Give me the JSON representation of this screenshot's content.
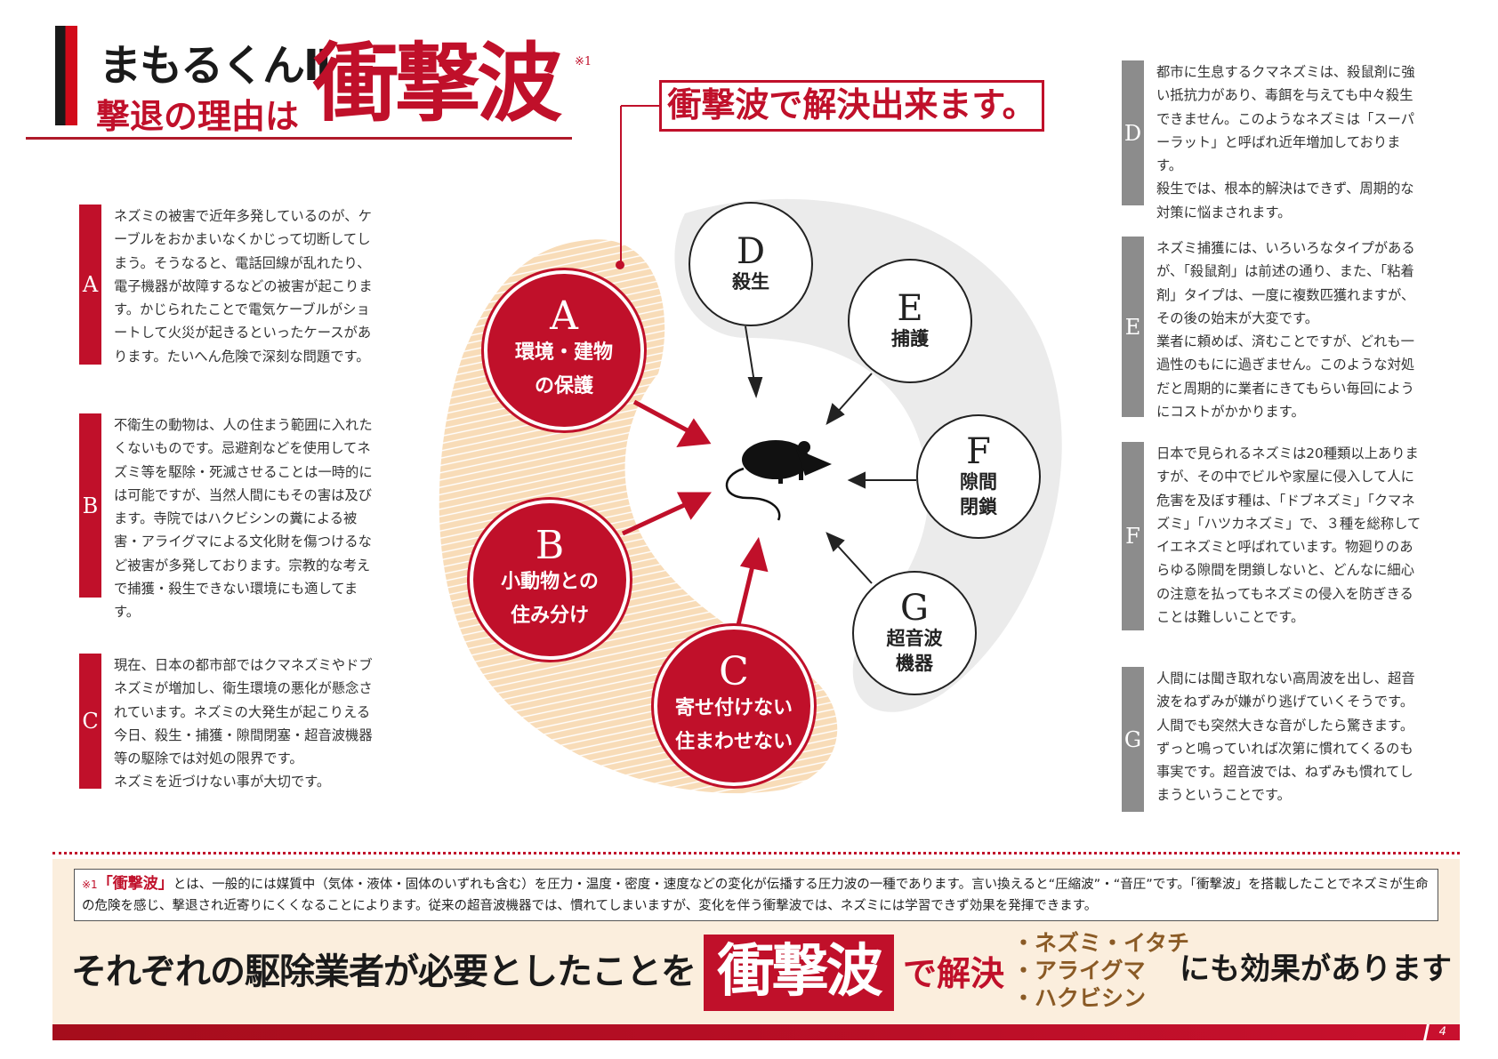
{
  "header": {
    "brand": "まもるくんⅡ",
    "subtitle": "撃退の理由は",
    "headline": "衝撃波",
    "footnote_mark": "※1",
    "callout": "衝撃波で解決出来ます。"
  },
  "diagram": {
    "red_circles": [
      {
        "letter": "A",
        "label": "環境・建物\nの保護"
      },
      {
        "letter": "B",
        "label": "小動物との\n住み分け"
      },
      {
        "letter": "C",
        "label": "寄せ付けない\n住まわせない"
      }
    ],
    "white_circles": [
      {
        "letter": "D",
        "label": "殺生"
      },
      {
        "letter": "E",
        "label": "捕護"
      },
      {
        "letter": "F",
        "label": "隙間\n閉鎖"
      },
      {
        "letter": "G",
        "label": "超音波\n機器"
      }
    ],
    "colors": {
      "accent": "#c0102a",
      "beige": "#f8dcb8",
      "gray": "#ebebeb"
    }
  },
  "left_blocks": [
    {
      "letter": "A",
      "text": "ネズミの被害で近年多発しているのが、ケーブルをおかまいなくかじって切断してしまう。そうなると、電話回線が乱れたり、電子機器が故障するなどの被害が起こります。かじられたことで電気ケーブルがショートして火災が起きるといったケースがあります。たいへん危険で深刻な問題です。"
    },
    {
      "letter": "B",
      "text": "不衛生の動物は、人の住まう範囲に入れたくないものです。忌避剤などを使用してネズミ等を駆除・死滅させることは一時的には可能ですが、当然人間にもその害は及びます。寺院ではハクビシンの糞による被害・アライグマによる文化財を傷つけるなど被害が多発しております。宗教的な考えで捕獲・殺生できない環境にも適してます。"
    },
    {
      "letter": "C",
      "text": "現在、日本の都市部ではクマネズミやドブネズミが増加し、衛生環境の悪化が懸念されています。ネズミの大発生が起こりえる今日、殺生・捕獲・隙間閉塞・超音波機器等の駆除では対処の限界です。\nネズミを近づけない事が大切です。"
    }
  ],
  "right_blocks": [
    {
      "letter": "D",
      "text": "都市に生息するクマネズミは、殺鼠剤に強い抵抗力があり、毒餌を与えても中々殺生できません。このようなネズミは「スーパーラット」と呼ばれ近年増加しております。\n殺生では、根本的解決はできず、周期的な対策に悩まされます。"
    },
    {
      "letter": "E",
      "text": "ネズミ捕獲には、いろいろなタイプがあるが、「殺鼠剤」は前述の通り、また、「粘着剤」タイプは、一度に複数匹獲れますが、その後の始末が大変です。\n業者に頼めば、済むことですが、どれも一過性のもにに過ぎません。このような対処だと周期的に業者にきてもらい毎回にようにコストがかかります。"
    },
    {
      "letter": "F",
      "text": "日本で見られるネズミは20種類以上ありますが、その中でビルや家屋に侵入して人に危害を及ぼす種は、「ドブネズミ」「クマネズミ」「ハツカネズミ」で、３種を総称してイエネズミと呼ばれています。物廻りのあらゆる隙間を閉鎖しないと、どんなに細心の注意を払ってもネズミの侵入を防ぎきることは難しいことです。"
    },
    {
      "letter": "G",
      "text": "人間には聞き取れない高周波を出し、超音波をねずみが嫌がり逃げていくそうです。人間でも突然大きな音がしたら驚きます。ずっと鳴っていれば次第に慣れてくるのも事実です。超音波では、ねずみも慣れてしまうということです。"
    }
  ],
  "footnote": {
    "mark": "※1",
    "keyword": "「衝撃波」",
    "text": "とは、一般的には媒質中（気体・液体・固体のいずれも含む）を圧力・温度・密度・速度などの変化が伝播する圧力波の一種であります。言い換えると“圧縮波”・“音圧”です。「衝撃波」を搭載したことでネズミが生命の危険を感じ、撃退され近寄りにくくなることによります。従来の超音波機器では、慣れてしまいますが、変化を伴う衝撃波では、ネズミには学習できず効果を発揮できます。"
  },
  "slogan": {
    "lead": "それぞれの駆除業者が必要としたことを",
    "highlight": "衝撃波",
    "solve": "で解決",
    "animals": [
      "・ネズミ・イタチ",
      "・アライグマ",
      "・ハクビシン"
    ],
    "effect": "にも効果があります"
  },
  "page_number": "4"
}
